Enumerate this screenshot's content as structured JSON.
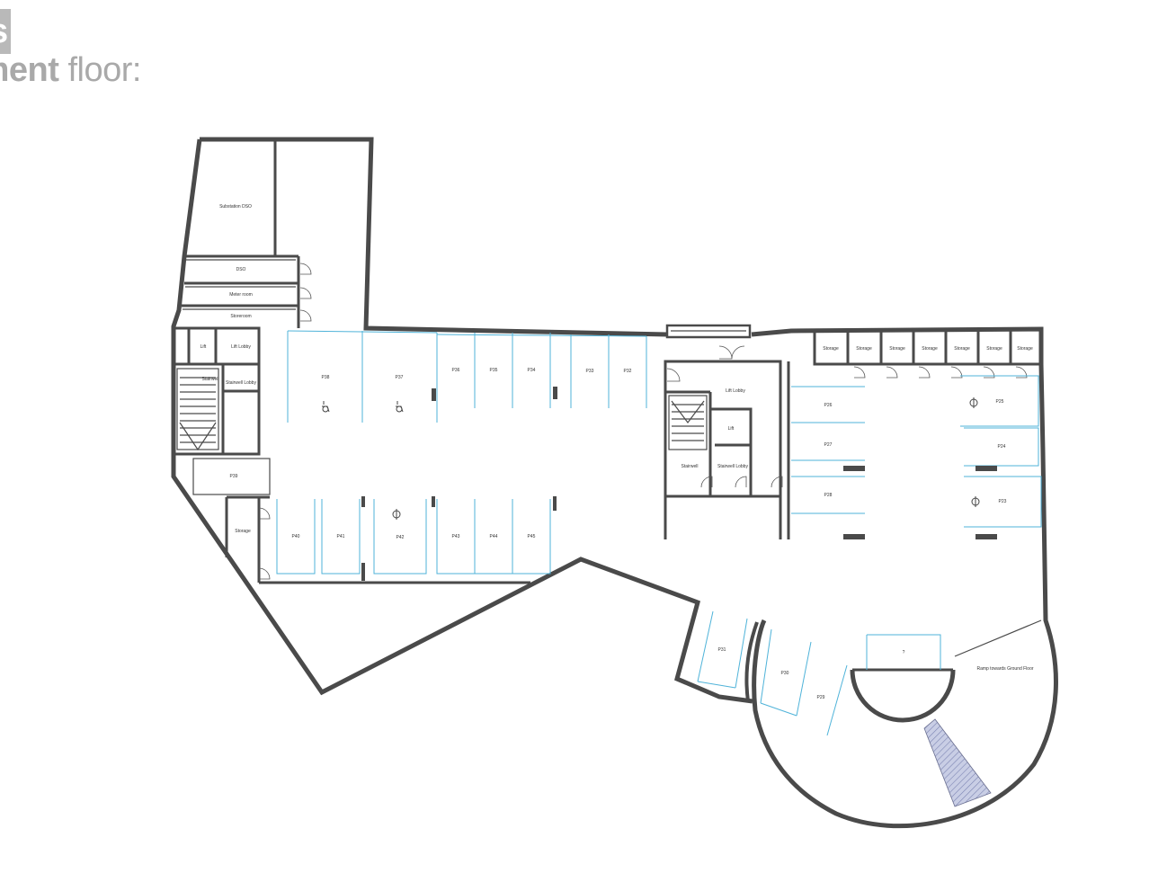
{
  "header": {
    "badge": "s",
    "title_bold": "ement",
    "title_rest": " floor:"
  },
  "rooms": {
    "substation": "Substation DSO",
    "dso": "DSO",
    "meter_room": "Meter room",
    "storeroom": "Storeroom",
    "lift_a": "Lift",
    "lift_lobby_a": "Lift Lobby",
    "stairwell_a": "Stairwell",
    "stairwell_lobby_a": "Stairwell Lobby",
    "storage_left": "Storage",
    "lift_lobby_b": "Lift Lobby",
    "lift_b": "Lift",
    "stairwell_b": "Stairwell",
    "stairwell_lobby_b": "Stairwell Lobby",
    "ramp": "Ramp towards Ground Floor",
    "core": "?"
  },
  "storage_units": [
    "Storage",
    "Storage",
    "Storage",
    "Storage",
    "Storage",
    "Storage",
    "Storage"
  ],
  "parking": {
    "top_row": [
      "P38",
      "P37",
      "P36",
      "P35",
      "P34",
      "P33",
      "P32"
    ],
    "left_end": "P39",
    "bottom_row": [
      "P40",
      "P41",
      "P42",
      "P43",
      "P44",
      "P45"
    ],
    "right_left_col": [
      "P26",
      "P27",
      "P28"
    ],
    "right_right_col": [
      "P25",
      "P24",
      "P23"
    ],
    "curve_bays": [
      "P31",
      "P30",
      "P29"
    ]
  },
  "colors": {
    "wall": "#4a4a4a",
    "bay_line": "#4fb3d9",
    "header_text": "#a9a9a9",
    "ramp_hatch": "#9fa8c9"
  }
}
